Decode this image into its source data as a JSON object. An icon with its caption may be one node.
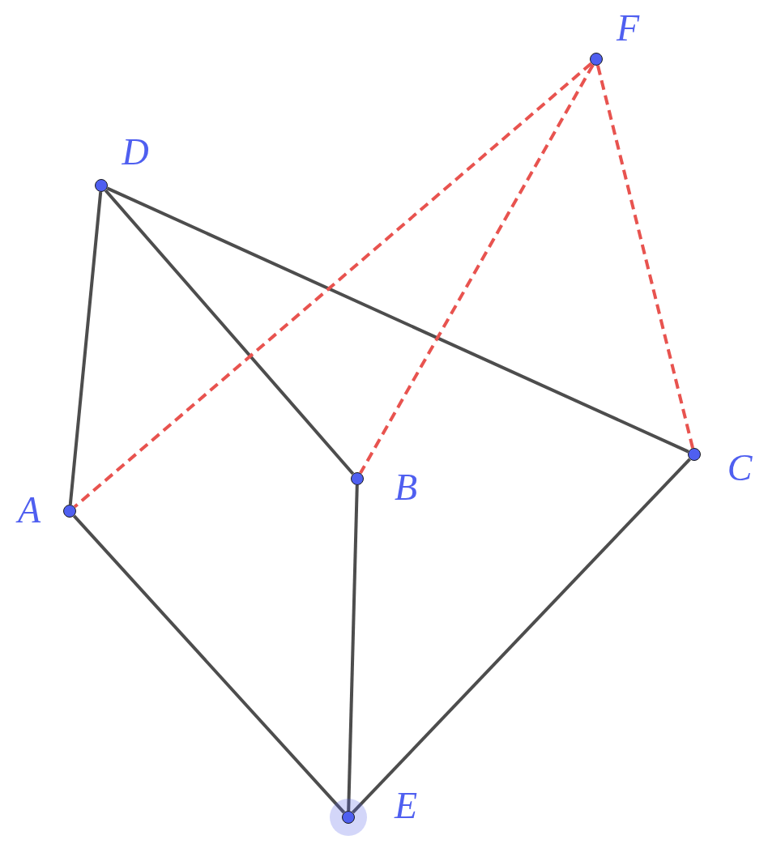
{
  "diagram": {
    "nodes": [
      {
        "text": [],
        "shape": "circle",
        "beside": [
          "F"
        ]
      },
      {
        "text": [],
        "shape": "circle",
        "beside": [
          "D"
        ]
      },
      {
        "text": [],
        "shape": "circle",
        "beside": [
          "C"
        ]
      },
      {
        "text": [],
        "shape": "circle",
        "beside": [
          "A"
        ]
      },
      {
        "text": [],
        "shape": "circle",
        "beside": [
          "B"
        ]
      },
      {
        "text": [],
        "shape": "circle",
        "beside": [
          "E"
        ]
      }
    ],
    "edges": [
      {
        "from": 1,
        "to": 3,
        "arrow": "none"
      },
      {
        "from": 1,
        "to": 4,
        "arrow": "none"
      },
      {
        "from": 1,
        "to": 2,
        "arrow": "none"
      },
      {
        "from": 3,
        "to": 5,
        "arrow": "none"
      },
      {
        "from": 4,
        "to": 5,
        "arrow": "none"
      },
      {
        "from": 2,
        "to": 5,
        "arrow": "none"
      },
      {
        "from": 0,
        "to": 3,
        "arrow": "none",
        "style": "dashed",
        "color": "#e8534f"
      },
      {
        "from": 0,
        "to": 4,
        "arrow": "none",
        "style": "dashed",
        "color": "#e8534f"
      },
      {
        "from": 0,
        "to": 2,
        "arrow": "none",
        "style": "dashed",
        "color": "#e8534f"
      }
    ]
  }
}
